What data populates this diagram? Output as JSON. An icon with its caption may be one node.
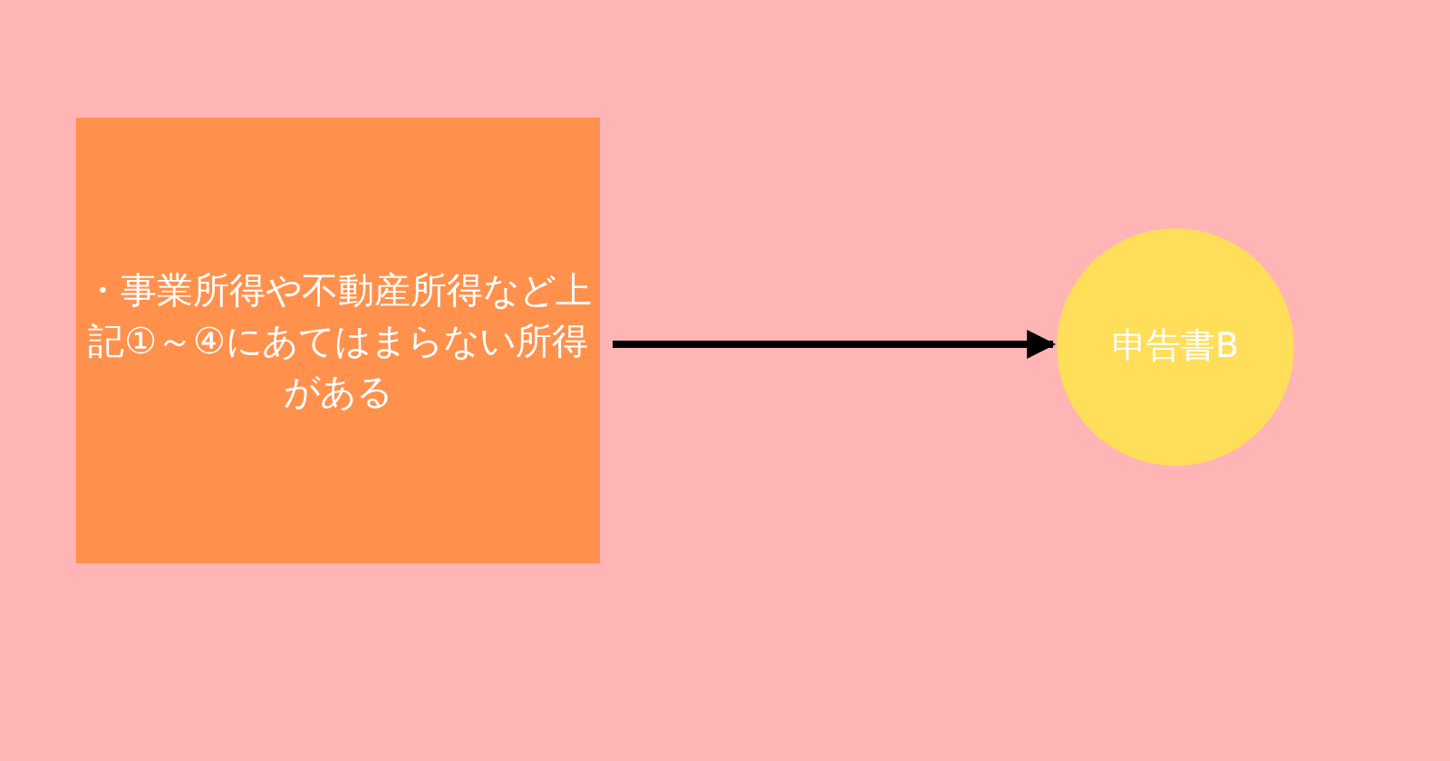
{
  "diagram": {
    "nodes": [
      {
        "text": [
          "・事業所得や不動産所得など上記①～④にあてはまらない所得がある"
        ]
      },
      {
        "text": [
          "申告書B"
        ]
      }
    ],
    "edges": [
      {
        "from": 0,
        "to": 1,
        "arrow": "to"
      }
    ]
  }
}
